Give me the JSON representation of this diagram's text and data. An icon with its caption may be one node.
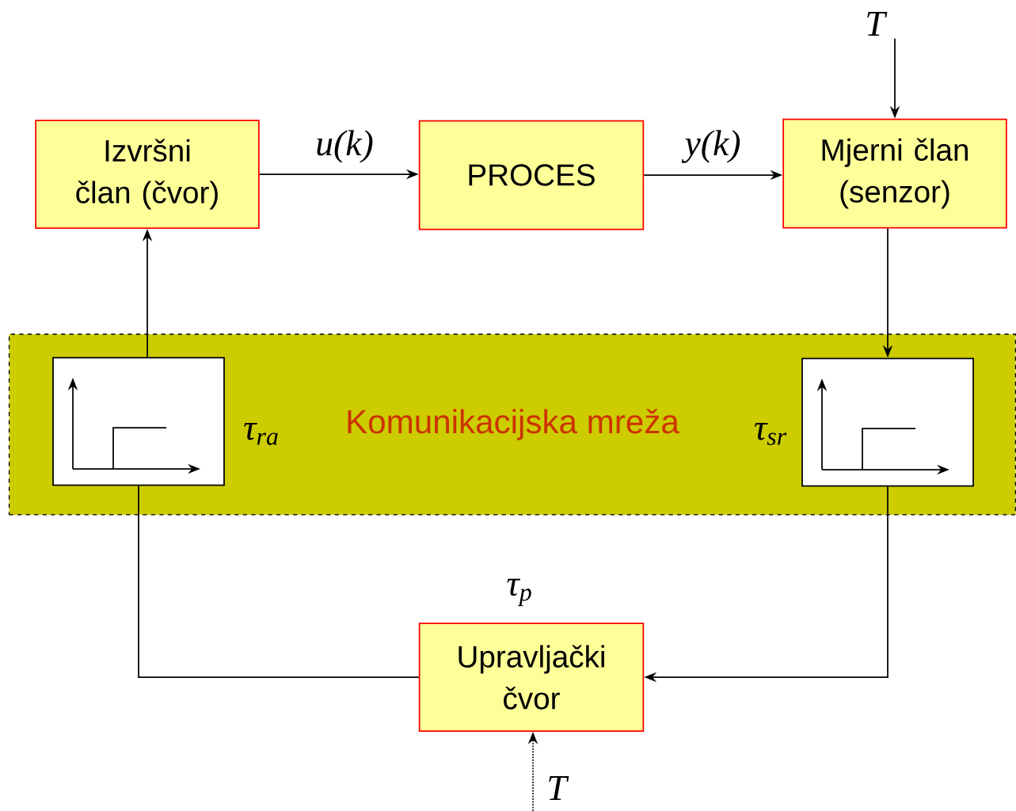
{
  "diagram": {
    "nodes": [
      {
        "text": [
          "Izvršni član (čvor)"
        ]
      },
      {
        "text": [
          "PROCES"
        ]
      },
      {
        "text": [
          "Mjerni član (senzor)"
        ]
      },
      {
        "text": [
          "Komunikacijska mreža"
        ]
      },
      {
        "text": [],
        "shape": "box",
        "in": 3,
        "beside": [
          "τ$_{ra}$"
        ]
      },
      {
        "text": [],
        "shape": "box",
        "in": 3,
        "beside": [
          "τ$_{sr}$"
        ]
      },
      {
        "text": [
          "Upravljački čvor"
        ],
        "beside": [
          "τ$_{p}$"
        ]
      },
      {
        "text": [
          "T"
        ]
      }
    ],
    "edges": [
      {
        "from": 0,
        "to": 1,
        "arrow": "to",
        "label": "u(k)"
      },
      {
        "from": 1,
        "to": 2,
        "arrow": "to",
        "label": "y(k)"
      },
      {
        "from": 7,
        "to": 2,
        "arrow": "to"
      },
      {
        "from": 2,
        "to": 5,
        "arrow": "to"
      },
      {
        "from": 4,
        "to": 0,
        "arrow": "to"
      },
      {
        "from": 4,
        "to": 6,
        "arrow": "none"
      },
      {
        "from": 5,
        "to": 6,
        "arrow": "to"
      },
      {
        "from": null,
        "to": 6,
        "arrow": "to",
        "style": "dashed",
        "label": "T"
      }
    ]
  }
}
